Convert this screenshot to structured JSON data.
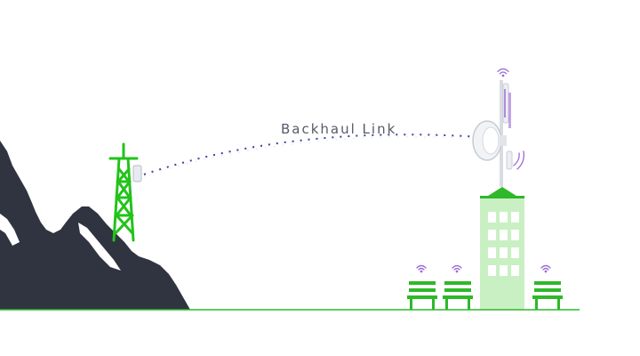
{
  "diagram": {
    "link_label": "Backhaul Link",
    "colors": {
      "mountain": "#2f3440",
      "tower_green": "#22c31a",
      "building_fill": "#c9f0c3",
      "building_roof": "#2fb82a",
      "window": "#ffffff",
      "bench": "#2fb82a",
      "ground": "#2fb82a",
      "signal_purple": "#9b6bd6",
      "link_dots_blue": "#3b3fa8",
      "link_dots_grey": "#9aa0aa"
    },
    "elements": {
      "mountain": "mountain-silhouette",
      "lattice_tower": "lattice-tower",
      "radio_left": "radio-unit",
      "mast": "antenna-mast",
      "dish": "dish-antenna",
      "building": "office-building",
      "benches": [
        "bench",
        "bench",
        "bench"
      ],
      "wifi_icons": "wifi-signal-icon"
    }
  }
}
